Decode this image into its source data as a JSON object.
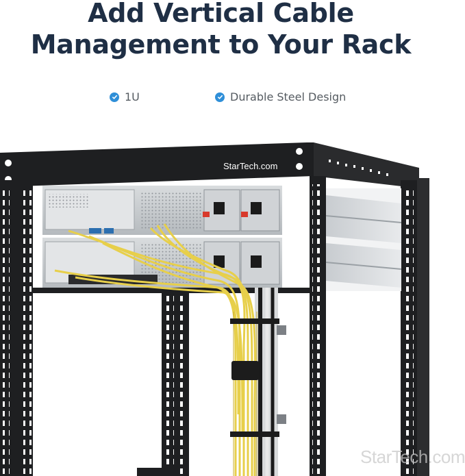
{
  "headline": {
    "line1": "Add Vertical Cable",
    "line2": "Management to Your Rack"
  },
  "features": [
    {
      "icon": "check-circle-icon",
      "label": "1U"
    },
    {
      "icon": "check-circle-icon",
      "label": "Durable Steel Design"
    }
  ],
  "photo": {
    "brand_label": "StarTech.com",
    "watermark": "StarTech.com"
  },
  "colors": {
    "headline": "#1f2f45",
    "accent": "#2f8fd8",
    "rack": "#1e1f21",
    "cable": "#e7cf4a"
  }
}
